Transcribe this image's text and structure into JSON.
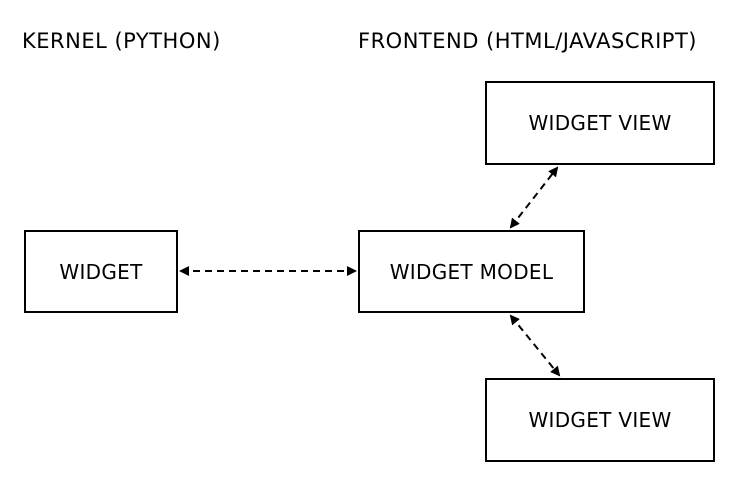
{
  "headings": {
    "kernel": "KERNEL (PYTHON)",
    "frontend": "FRONTEND (HTML/JAVASCRIPT)"
  },
  "nodes": {
    "widget": "WIDGET",
    "widget_model": "WIDGET MODEL",
    "widget_view_top": "WIDGET VIEW",
    "widget_view_bottom": "WIDGET VIEW"
  },
  "connections": [
    {
      "from": "WIDGET",
      "to": "WIDGET MODEL",
      "style": "dashed",
      "arrows": "both"
    },
    {
      "from": "WIDGET MODEL",
      "to": "WIDGET VIEW",
      "style": "dashed",
      "arrows": "both"
    },
    {
      "from": "WIDGET MODEL",
      "to": "WIDGET VIEW",
      "style": "dashed",
      "arrows": "both"
    }
  ],
  "colors": {
    "stroke": "#000000",
    "background": "#ffffff"
  }
}
